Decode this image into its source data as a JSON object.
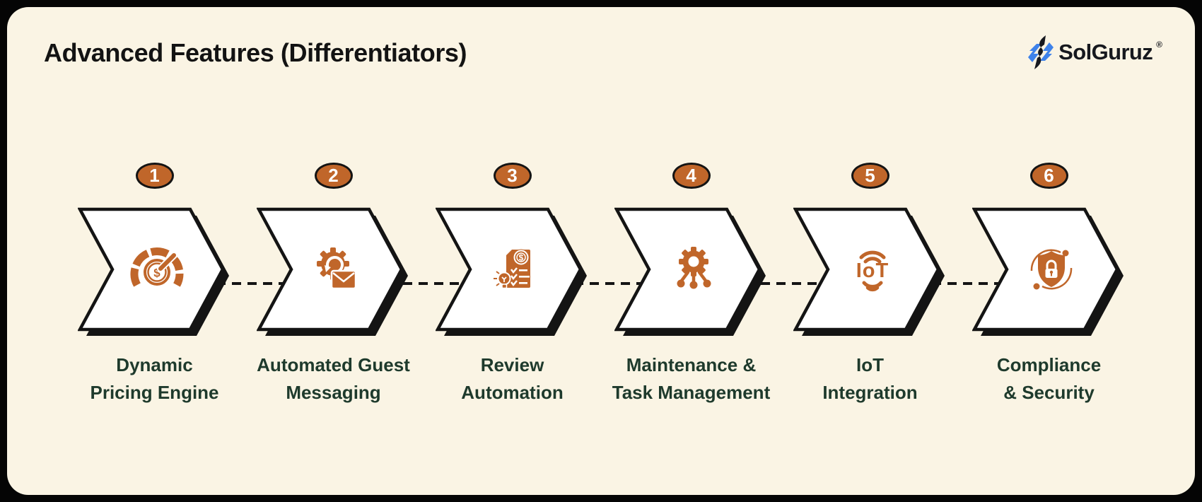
{
  "header": {
    "title": "Advanced Features (Differentiators)"
  },
  "logo": {
    "text": "SolGuruz",
    "registered_mark": "®"
  },
  "colors": {
    "canvas_bg": "#FAF4E4",
    "frame_black": "#050505",
    "outline_black": "#141414",
    "accent_orange": "#C0662A",
    "label_green": "#1E3A2C",
    "title_color": "#131313",
    "logo_black": "#16181E",
    "logo_blue": "#3E82EA"
  },
  "connector_style": "dashed",
  "steps": [
    {
      "number": "1",
      "icon": "dynamic-pricing-gauge-icon",
      "label_line1": "Dynamic",
      "label_line2": "Pricing Engine"
    },
    {
      "number": "2",
      "icon": "automated-messaging-icon",
      "label_line1": "Automated Guest",
      "label_line2": "Messaging"
    },
    {
      "number": "3",
      "icon": "review-automation-icon",
      "label_line1": "Review",
      "label_line2": "Automation"
    },
    {
      "number": "4",
      "icon": "maintenance-task-icon",
      "label_line1": "Maintenance &",
      "label_line2": "Task Management"
    },
    {
      "number": "5",
      "icon": "iot-integration-icon",
      "label_line1": "IoT",
      "label_line2": "Integration"
    },
    {
      "number": "6",
      "icon": "compliance-security-icon",
      "label_line1": "Compliance",
      "label_line2": "& Security"
    }
  ]
}
